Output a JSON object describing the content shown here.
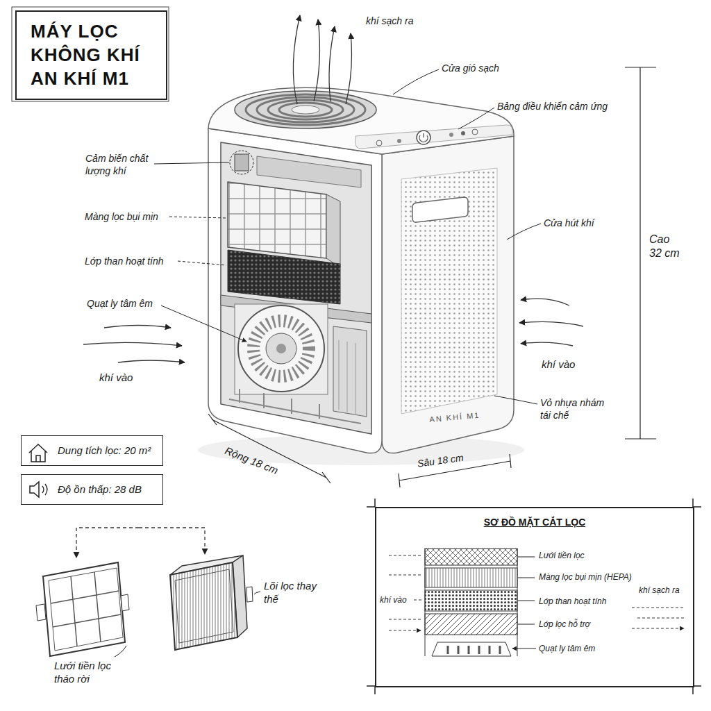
{
  "diagram": {
    "title": "MÁY LỌC KHÔNG KHÍ AN KHÍ M1",
    "nodes": [
      {
        "text": [
          "Dung tích lọc: 20 m²"
        ]
      },
      {
        "text": [
          "Độ ồn thấp: 28 dB"
        ]
      },
      {
        "text": [
          "SƠ ĐỒ MẶT CẮT LỌC"
        ]
      }
    ],
    "labels": [
      "khí sạch ra",
      "Cửa gió sạch",
      "Bảng điều khiển cảm ứng",
      "Cảm biến chất lượng khí",
      "Màng lọc bụi mịn",
      "Lớp than hoạt tính",
      "Quạt ly tâm êm",
      "Cửa hút khí",
      "Cao 32 cm",
      "khí vào",
      "khí vào",
      "Vỏ nhựa nhám tái chế",
      "AN KHÍ M1",
      "Rộng 18 cm",
      "Sâu 18 cm",
      "Lõi lọc thay thế",
      "Lưới tiền lọc tháo rời",
      "Lưới tiền lọc",
      "Màng lọc bụi mịn (HEPA)",
      "khí sạch ra",
      "khí vào",
      "Lớp than hoạt tính",
      "Lớp lọc hỗ trợ",
      "Quạt ly tâm êm"
    ]
  }
}
